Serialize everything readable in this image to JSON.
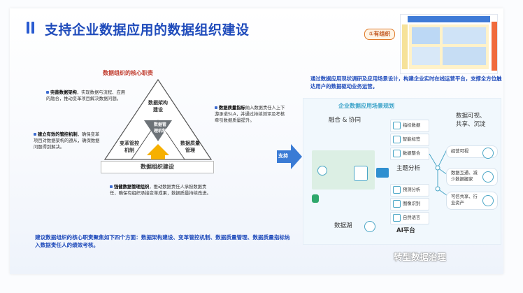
{
  "title": "支持企业数据应用的数据组织建设",
  "badge": "①有组织",
  "left": {
    "header": "数据组织的核心职责",
    "tri_top": "数据架构\n建设",
    "tri_center": "数据管\n理机制",
    "tri_left": "变革管控\n机制",
    "tri_right": "数据质量\n管理",
    "base": "数据组织建设",
    "note_top_left_bold": "完善数据架构",
    "note_top_left": "，实现数据与流程、应用的融合，推动变革项目解决数据问题。",
    "note_left_bold": "建立有效的管控机制",
    "note_left": "，确保变革项目对数据架构的遵从，确保数据问题得到解决。",
    "note_right_bold": "数据质量指标",
    "note_right": "纳入数据责任人上下游承诺SLA，并通过持续测评及考核牵引数据质量提升。",
    "note_bottom_bold": "强健数据管理组织",
    "note_bottom": "，推动数据责任人承担数据责任，确保有组织承接变革成果，数据质量持续改进。",
    "bottom_note": "建议数据组织的核心职责聚焦如下四个方面：数据架构建设、变革管控机制、数据质量管理、数据质量指标纳入数据责任人的绩效考核。"
  },
  "arrow_label": "支持",
  "right": {
    "top_text": "通过数据应用现状调研及应用场景设计，构建企业实时在线运营平台，支撑全方位触达用户的数据驱动业务运营。",
    "panel_title": "企业数据应用场景规划",
    "fusion": "融合 & 协同",
    "data_lake": "数据湖",
    "topic": "主题分析",
    "ai_platform": "AI平台",
    "visual": "数据可视、\n共享、沉淀",
    "pills_upper": [
      "指标数据",
      "智能标签",
      "数据整合"
    ],
    "pills_lower": [
      "预测分析",
      "图像识别",
      "自然语言"
    ],
    "right_items": [
      "经营可视",
      "数据互通、减少数据搬家",
      "可信共享、行业资产"
    ]
  },
  "watermark": "转型数据治理"
}
